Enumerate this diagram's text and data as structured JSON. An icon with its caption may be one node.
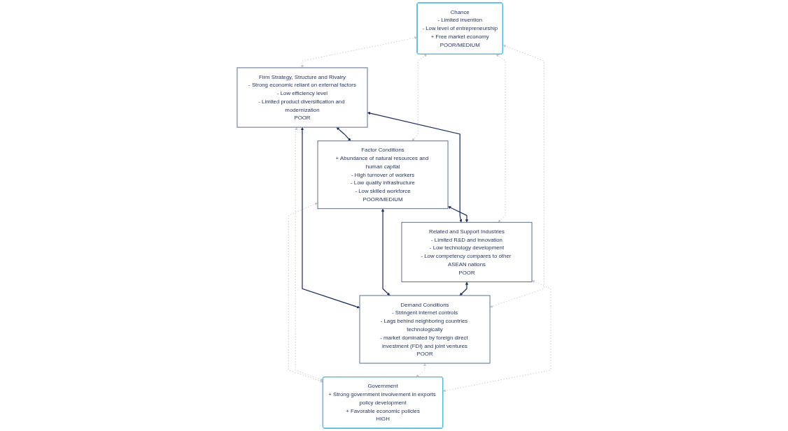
{
  "diagram": {
    "nodes": [
      {
        "text": [
          "Chance",
          "- Limited invention",
          "- Low level of entrepreneurship",
          "+ Free market economy",
          "POOR/MEDIUM"
        ]
      },
      {
        "text": [
          "Firm Strategy, Structure and Rivalry",
          "- Strong economic reliant on external factors",
          "- Low efficiency level",
          "- Limited product diversification and modernization",
          "POOR"
        ]
      },
      {
        "text": [
          "Factor Conditions",
          "+ Abundance of natural resources and human capital",
          "- High turnover of workers",
          "- Low quality infrastructure",
          "- Low skilled workforce",
          "POOR/MEDIUM"
        ]
      },
      {
        "text": [
          "Demand Conditions",
          "- Stringent internet controls",
          "- Lags behind neighboring countries technologically",
          "- market dominated by foreign direct investment (FDI) and joint ventures",
          "POOR"
        ]
      },
      {
        "text": [
          "Related and Support Industries",
          "- Limited R&D and innovation",
          "- Low technology development",
          "- Low competency compares to other ASEAN nations",
          "POOR"
        ]
      },
      {
        "text": [
          "Government",
          "+ Strong government involvement in exports policy development",
          "+ Favorable economic policies",
          "HIGH"
        ]
      }
    ],
    "edges": [
      {
        "from": 1,
        "to": 2,
        "arrow": "both",
        "color": "#1f2d5c"
      },
      {
        "from": 1,
        "to": 3,
        "arrow": "both",
        "color": "#1f2d5c"
      },
      {
        "from": 1,
        "to": 4,
        "arrow": "both",
        "color": "#1f2d5c"
      },
      {
        "from": 2,
        "to": 3,
        "arrow": "both",
        "color": "#1f2d5c"
      },
      {
        "from": 2,
        "to": 4,
        "arrow": "both",
        "color": "#1f2d5c"
      },
      {
        "from": 4,
        "to": 3,
        "arrow": "both",
        "color": "#1f2d5c"
      },
      {
        "from": 0,
        "to": 1,
        "arrow": "both",
        "style": "dashed"
      },
      {
        "from": 0,
        "to": 2,
        "arrow": "both",
        "style": "dashed"
      },
      {
        "from": 0,
        "to": 3,
        "arrow": "both",
        "style": "dashed"
      },
      {
        "from": 0,
        "to": 4,
        "arrow": "both",
        "style": "dashed"
      },
      {
        "from": 2,
        "to": 5,
        "arrow": "both",
        "style": "dashed"
      },
      {
        "from": 1,
        "to": 5,
        "arrow": "both",
        "style": "dashed"
      },
      {
        "from": 3,
        "to": 5,
        "arrow": "both",
        "style": "dashed"
      },
      {
        "from": 4,
        "to": 5,
        "arrow": "both",
        "style": "dashed"
      }
    ]
  }
}
